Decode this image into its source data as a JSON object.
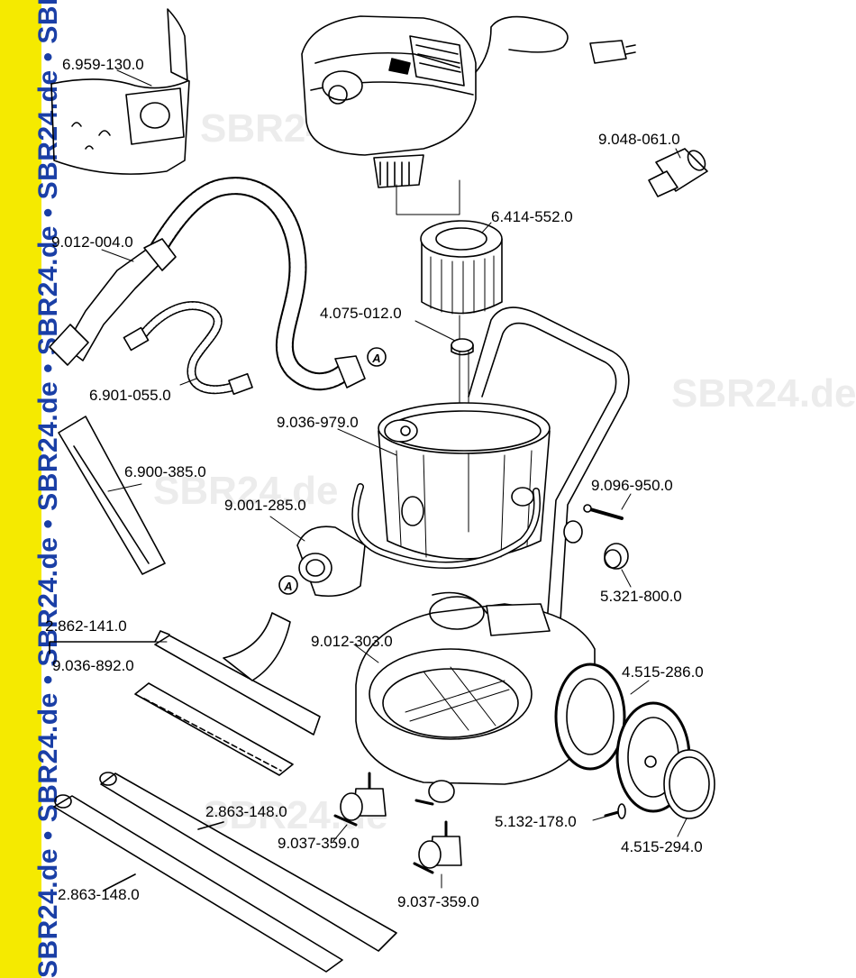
{
  "banner": {
    "text": "SBR24.de • SBR24.de • SBR24.de • SBR24.de • SBR24.de • SBR24.de • SBR24.de"
  },
  "watermarks": [
    "SBR24.de",
    "SBR24.de",
    "SBR24.de",
    "SBR24.de"
  ],
  "connector_marker": "A",
  "colors": {
    "banner_bg": "#f5ea00",
    "banner_text": "#1a3fa6",
    "line": "#000000",
    "watermark": "#ececec"
  },
  "parts": [
    {
      "id": "filter-bag",
      "number": "6.959-130.0"
    },
    {
      "id": "hose",
      "number": "9.012-004.0"
    },
    {
      "id": "suction-hose-small",
      "number": "6.901-055.0"
    },
    {
      "id": "crevice-nozzle",
      "number": "6.900-385.0"
    },
    {
      "id": "adapter-sleeve",
      "number": "9.001-285.0"
    },
    {
      "id": "floor-nozzle",
      "number": "2.862-141.0"
    },
    {
      "id": "nozzle-insert",
      "number": "9.036-892.0"
    },
    {
      "id": "suction-tube-upper",
      "number": "2.863-148.0"
    },
    {
      "id": "suction-tube-lower",
      "number": "2.863-148.0"
    },
    {
      "id": "hose-adapter",
      "number": "9.048-061.0"
    },
    {
      "id": "cartridge-filter",
      "number": "6.414-552.0"
    },
    {
      "id": "filter-nut",
      "number": "4.075-012.0"
    },
    {
      "id": "container",
      "number": "9.036-979.0"
    },
    {
      "id": "axle-screw",
      "number": "9.096-950.0"
    },
    {
      "id": "cap",
      "number": "5.321-800.0"
    },
    {
      "id": "chassis",
      "number": "9.012-303.0"
    },
    {
      "id": "wheel",
      "number": "4.515-286.0"
    },
    {
      "id": "wheel-pin",
      "number": "5.132-178.0"
    },
    {
      "id": "hub-cap",
      "number": "4.515-294.0"
    },
    {
      "id": "castor-left",
      "number": "9.037-359.0"
    },
    {
      "id": "castor-right",
      "number": "9.037-359.0"
    }
  ]
}
